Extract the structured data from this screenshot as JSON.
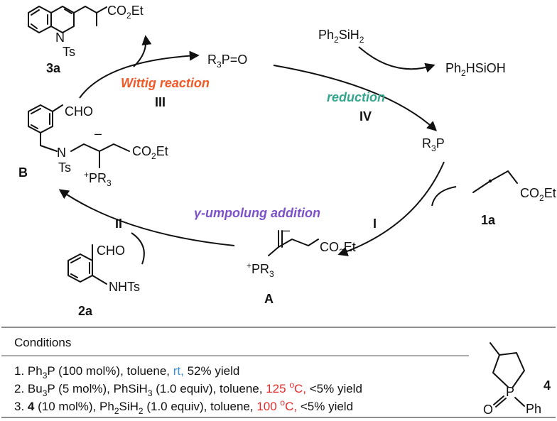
{
  "cycle": {
    "step_I": "I",
    "step_II": "II",
    "step_III": "III",
    "step_IV": "IV",
    "wittig_label": "Wittig reaction",
    "reduction_label": "reduction",
    "umpolung_label": "γ-umpolung addition"
  },
  "species": {
    "phosphine_oxide": "R3P=O",
    "silane": "Ph2SiH2",
    "silanol": "Ph2HSiOH",
    "phosphine": "R3P",
    "product_label": "3a",
    "allenoate_label": "1a",
    "aldehyde_label": "2a",
    "intermediate_A": "A",
    "intermediate_B": "B",
    "catalyst_label": "4",
    "co2et": "CO2Et",
    "cho": "CHO",
    "nhts": "NHTs",
    "ts": "Ts",
    "n": "N",
    "pr3": "PR3",
    "ph": "Ph",
    "p": "P",
    "o": "O"
  },
  "conditions": {
    "header": "Conditions",
    "rows": [
      {
        "num": "1.",
        "text": "Ph3P (100 mol%), toluene, ",
        "temp": "rt,",
        "tail": " 52% yield",
        "temp_color": "#3b8ed8"
      },
      {
        "num": "2.",
        "text": "Bu3P (5 mol%), PhSiH3 (1.0 equiv), toluene, ",
        "temp": "125 oC,",
        "tail": " <5% yield",
        "temp_color": "#e52a2a"
      },
      {
        "num": "3.",
        "text": "4 (10 mol%), Ph2SiH2 (1.0 equiv), toluene, ",
        "temp": "100 oC,",
        "tail": " <5% yield",
        "temp_color": "#e52a2a"
      }
    ]
  },
  "colors": {
    "wittig": "#f05a28",
    "reduction": "#35a58e",
    "umpolung": "#7b52c9",
    "rule": "#8e8e8e"
  }
}
